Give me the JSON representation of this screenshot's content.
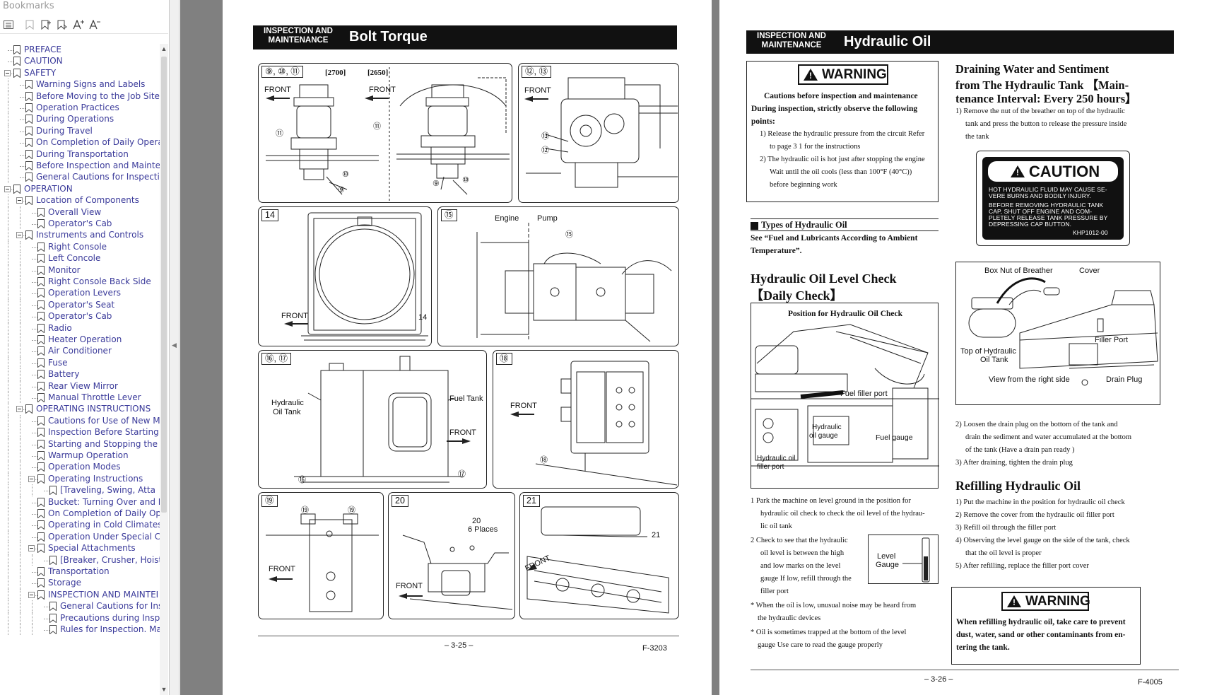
{
  "sidebar": {
    "title": "Bookmarks",
    "toolbar": [
      {
        "name": "options-menu-icon"
      },
      {
        "name": "delete-bookmark-icon"
      },
      {
        "name": "new-bookmark-icon"
      },
      {
        "name": "expand-bookmark-icon"
      },
      {
        "name": "enlarge-text-icon"
      },
      {
        "name": "shrink-text-icon"
      }
    ],
    "items": [
      {
        "label": "PREFACE",
        "level": 0,
        "expander": "none"
      },
      {
        "label": "CAUTION",
        "level": 0,
        "expander": "none"
      },
      {
        "label": "SAFETY",
        "level": 0,
        "expander": "minus"
      },
      {
        "label": "Warning Signs and Labels",
        "level": 1,
        "expander": "none"
      },
      {
        "label": "Before Moving to the Job Site",
        "level": 1,
        "expander": "none"
      },
      {
        "label": "Operation Practices",
        "level": 1,
        "expander": "none"
      },
      {
        "label": "During Operations",
        "level": 1,
        "expander": "none"
      },
      {
        "label": "During Travel",
        "level": 1,
        "expander": "none"
      },
      {
        "label": "On Completion of Daily Operat",
        "level": 1,
        "expander": "none"
      },
      {
        "label": "During Transportation",
        "level": 1,
        "expander": "none"
      },
      {
        "label": "Before Inspection and Mainten",
        "level": 1,
        "expander": "none"
      },
      {
        "label": "General Cautions for Inspectior",
        "level": 1,
        "expander": "none"
      },
      {
        "label": "OPERATION",
        "level": 0,
        "expander": "minus"
      },
      {
        "label": "Location of Components",
        "level": 1,
        "expander": "minus"
      },
      {
        "label": "Overall View",
        "level": 2,
        "expander": "none"
      },
      {
        "label": "Operator's Cab",
        "level": 2,
        "expander": "none"
      },
      {
        "label": "Instruments and Controls",
        "level": 1,
        "expander": "minus"
      },
      {
        "label": "Right Console",
        "level": 2,
        "expander": "none"
      },
      {
        "label": "Left Concole",
        "level": 2,
        "expander": "none"
      },
      {
        "label": "Monitor",
        "level": 2,
        "expander": "none"
      },
      {
        "label": "Right Console Back Side",
        "level": 2,
        "expander": "none"
      },
      {
        "label": "Operation Levers",
        "level": 2,
        "expander": "none"
      },
      {
        "label": "Operator's Seat",
        "level": 2,
        "expander": "none"
      },
      {
        "label": "Operator's Cab",
        "level": 2,
        "expander": "none"
      },
      {
        "label": "Radio",
        "level": 2,
        "expander": "none"
      },
      {
        "label": "Heater Operation",
        "level": 2,
        "expander": "none"
      },
      {
        "label": "Air Conditioner",
        "level": 2,
        "expander": "none"
      },
      {
        "label": "Fuse",
        "level": 2,
        "expander": "none"
      },
      {
        "label": "Battery",
        "level": 2,
        "expander": "none"
      },
      {
        "label": "Rear View Mirror",
        "level": 2,
        "expander": "none"
      },
      {
        "label": "Manual Throttle Lever",
        "level": 2,
        "expander": "none"
      },
      {
        "label": "OPERATING INSTRUCTIONS",
        "level": 1,
        "expander": "minus"
      },
      {
        "label": "Cautions for Use of New Ma",
        "level": 2,
        "expander": "none"
      },
      {
        "label": "Inspection Before Starting",
        "level": 2,
        "expander": "none"
      },
      {
        "label": "Starting and Stopping the",
        "level": 2,
        "expander": "none"
      },
      {
        "label": "Warmup Operation",
        "level": 2,
        "expander": "none"
      },
      {
        "label": "Operation Modes",
        "level": 2,
        "expander": "none"
      },
      {
        "label": "Operating Instructions",
        "level": 2,
        "expander": "minus"
      },
      {
        "label": "[Traveling, Swing, Atta",
        "level": 3,
        "expander": "none"
      },
      {
        "label": "Bucket: Turning Over and I",
        "level": 2,
        "expander": "none"
      },
      {
        "label": "On Completion of Daily Ope",
        "level": 2,
        "expander": "none"
      },
      {
        "label": "Operating in Cold Climates",
        "level": 2,
        "expander": "none"
      },
      {
        "label": "Operation Under Special Co",
        "level": 2,
        "expander": "none"
      },
      {
        "label": "Special Attachments",
        "level": 2,
        "expander": "minus"
      },
      {
        "label": "[Breaker, Crusher, Hoist",
        "level": 3,
        "expander": "none"
      },
      {
        "label": "Transportation",
        "level": 2,
        "expander": "none"
      },
      {
        "label": "Storage",
        "level": 2,
        "expander": "none"
      },
      {
        "label": "INSPECTION AND MAINTEI",
        "level": 2,
        "expander": "minus"
      },
      {
        "label": "General Cautions for Ins",
        "level": 3,
        "expander": "none"
      },
      {
        "label": "Precautions during Insp",
        "level": 3,
        "expander": "none"
      },
      {
        "label": "Rules for Inspection. Ma",
        "level": 3,
        "expander": "none"
      }
    ]
  },
  "left_page": {
    "category": "INSPECTION AND MAINTENANCE",
    "title": "Bolt Torque",
    "figures": {
      "f1": {
        "num": "⑨, ⑩, ⑪",
        "model_a": "[2700]",
        "model_b": "[2650]",
        "front_a": "FRONT",
        "front_b": "FRONT",
        "callout_11a": "⑪",
        "callout_9a": "⑨",
        "callout_10a": "⑩",
        "callout_11b": "⑪",
        "callout_9b": "⑨",
        "callout_10b": "⑩"
      },
      "f2": {
        "num": "⑫, ⑬",
        "front": "FRONT",
        "callout_13": "⑬",
        "callout_12": "⑫"
      },
      "f3": {
        "num": "14",
        "front": "FRONT",
        "callout_14": "14"
      },
      "f4": {
        "num": "⑮",
        "engine": "Engine",
        "pump": "Pump",
        "callout_15": "⑮"
      },
      "f5": {
        "num": "⑯, ⑰",
        "hyd_tank_1": "Hydraulic",
        "hyd_tank_2": "Oil Tank",
        "fuel_tank": "Fuel Tank",
        "front": "FRONT",
        "callout_16": "⑯",
        "callout_17": "⑰"
      },
      "f6": {
        "num": "⑱",
        "front": "FRONT",
        "callout_18": "⑱"
      },
      "f7": {
        "num": "⑲",
        "front": "FRONT",
        "callout_19a": "⑲",
        "callout_19b": "⑲"
      },
      "f8": {
        "num": "20",
        "count": "20",
        "places": "6 Places",
        "front": "FRONT"
      },
      "f9": {
        "num": "21",
        "front": "FRONT",
        "callout_21": "21"
      }
    },
    "page_number": "– 3-25 –",
    "page_code": "F-3203"
  },
  "right_page": {
    "category": "INSPECTION AND MAINTENANCE",
    "title": "Hydraulic Oil",
    "warning1": {
      "badge": "WARNING",
      "heading": "Cautions before inspection and maintenance",
      "lead": "During inspection, strictly observe the following points:",
      "p1a": "1)  Release the hydraulic pressure from the circuit  Refer",
      "p1b": "to page 3 1 for the instructions",
      "p2a": "2)  The hydraulic oil is hot just after stopping the engine",
      "p2b": "Wait  until  the  oil  cools  (less  than  100°F  (40°C))",
      "p2c": "before beginning work"
    },
    "types": {
      "heading": "Types of Hydraulic Oil",
      "text1": "See “Fuel and Lubricants According to Ambient",
      "text2": "Temperature”."
    },
    "level_check": {
      "heading1": "Hydraulic Oil Level Check",
      "heading2": "【Daily Check】",
      "fig_title": "Position for Hydraulic Oil Check",
      "fuel_filler": "Fuel filler port",
      "hyd_gauge_1": "Hydraulic",
      "hyd_gauge_2": "oil gauge",
      "fuel_gauge": "Fuel gauge",
      "hyd_filler_1": "Hydraulic oil",
      "hyd_filler_2": "filler port",
      "s1a": "1   Park the machine on level ground in the position for",
      "s1b": "hydraulic oil check to check the oil level of the hydrau-",
      "s1c": "lic oil tank",
      "s2a": "2   Check to see that the hydraulic",
      "s2b": "oil  level  is  between  the  high",
      "s2c": "and  low  marks  on  the  level",
      "s2d": "gauge  If low, refill through the",
      "s2e": "filler port",
      "gauge_1": "Level",
      "gauge_2": "Gauge",
      "n1a": "*  When the oil is low, unusual noise may be heard from",
      "n1b": "the hydraulic devices",
      "n2a": "*  Oil is sometimes trapped at the bottom of the level",
      "n2b": "gauge  Use care to read the gauge properly"
    },
    "draining": {
      "h1": "Draining  Water  and  Sentiment",
      "h2": "from The Hydraulic Tank 【Main-",
      "h3": "tenance Interval: Every 250 hours】",
      "s1a": "1)  Remove the nut of the breather on top of the hydraulic",
      "s1b": "tank and press the button to release the pressure inside",
      "s1c": "the tank"
    },
    "caution": {
      "badge": "CAUTION",
      "l1": "HOT HYDRAULIC FLUID MAY CAUSE SE-",
      "l2": "VERE BURNS AND BODILY INJURY.",
      "l3": "BEFORE REMOVING HYDRAULIC TANK",
      "l4": "CAP, SHUT OFF ENGINE AND COM-",
      "l5": "PLETELY RELEASE TANK PRESSURE BY",
      "l6": "DEPRESSING CAP BUTTON.",
      "code": "KHP1012-00"
    },
    "tank_fig": {
      "box_nut": "Box Nut of Breather",
      "cover": "Cover",
      "filler": "Filler Port",
      "top_1": "Top of Hydraulic",
      "top_2": "Oil Tank",
      "view": "View from the right side",
      "drain": "Drain Plug"
    },
    "draining_steps": {
      "s2a": "2)  Loosen the drain plug on the bottom of the tank and",
      "s2b": "drain the sediment and water accumulated at the bottom",
      "s2c": "of the tank  (Have a drain pan ready )",
      "s3": "3)  After draining, tighten the drain plug"
    },
    "refilling": {
      "heading": "Refilling Hydraulic Oil",
      "s1": "1)  Put the machine in the position for hydraulic oil check",
      "s2": "2)  Remove the cover from the hydraulic oil filler port",
      "s3": "3)  Refill oil through the filler port",
      "s4a": "4)  Observing the level gauge on the side of the tank, check",
      "s4b": "that the oil level is proper",
      "s5": "5)  After refilling, replace the filler port cover"
    },
    "warning2": {
      "badge": "WARNING",
      "t1": "When refilling hydraulic oil, take care to prevent",
      "t2": "dust, water, sand or other contaminants from en-",
      "t3": "tering the tank."
    },
    "page_number": "– 3-26 –",
    "page_code": "F-4005"
  }
}
